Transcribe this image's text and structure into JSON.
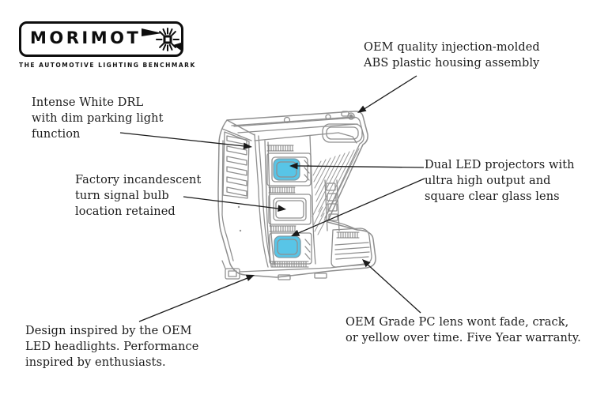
{
  "brand": {
    "logo_text": "MORIMOTO",
    "logo_text_display": "MORIMOT",
    "starburst_icon": "sunburst-square",
    "tagline": "THE AUTOMOTIVE LIGHTING BENCHMARK"
  },
  "diagram": {
    "subject": "truck headlight line drawing with feature callouts",
    "highlight_color": "#58c5e7",
    "line_color": "#8f8f8f",
    "arrow_color": "#1a1a1a",
    "callouts": [
      {
        "id": "housing",
        "text": "OEM quality injection-molded\nABS plastic housing assembly"
      },
      {
        "id": "drl",
        "text": "Intense White DRL\nwith dim parking light\nfunction"
      },
      {
        "id": "turn-signal",
        "text": "Factory incandescent\nturn signal bulb\nlocation retained"
      },
      {
        "id": "projectors",
        "text": "Dual LED projectors with\nultra high output and\nsquare clear glass lens"
      },
      {
        "id": "design",
        "text": "Design inspired by the OEM\nLED headlights. Performance\ninspired by enthusiasts."
      },
      {
        "id": "lens",
        "text": "OEM Grade PC lens wont fade, crack,\nor yellow over time. Five Year warranty."
      }
    ]
  }
}
